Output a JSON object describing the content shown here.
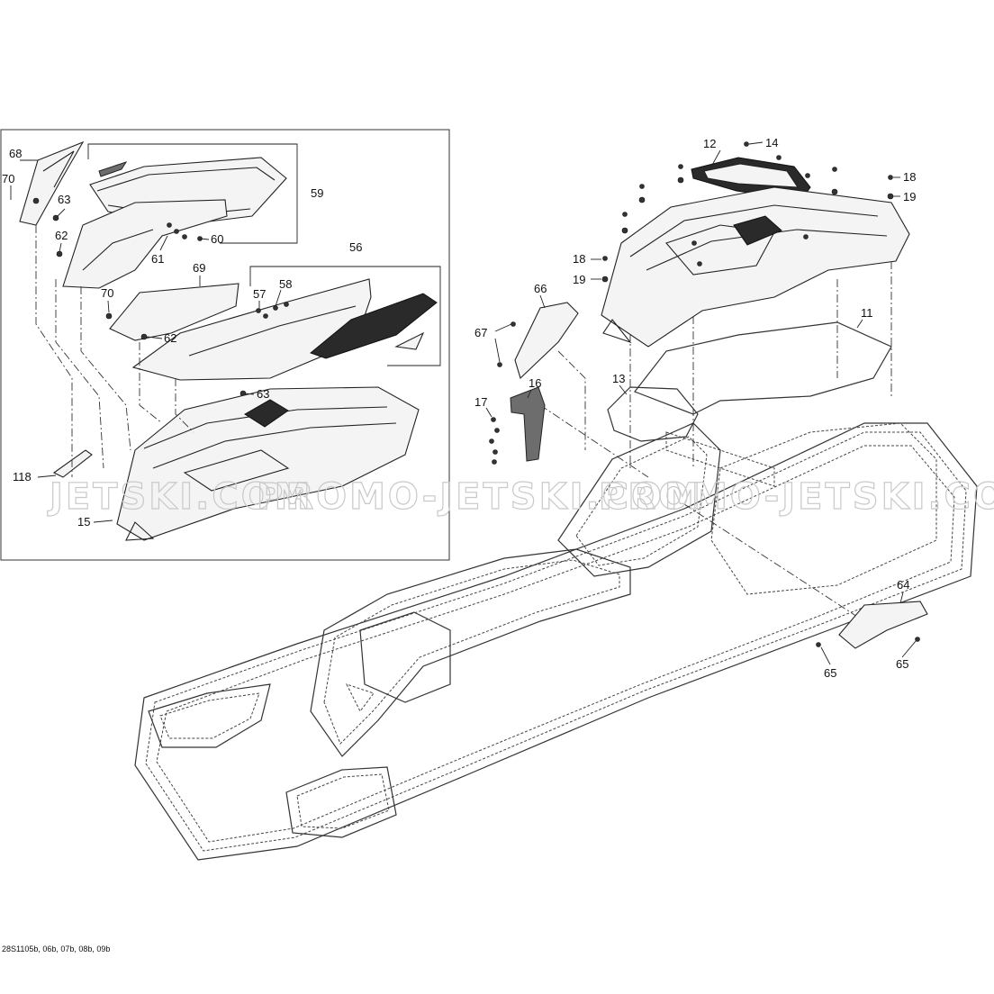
{
  "callouts": [
    {
      "id": "c68",
      "label": "68"
    },
    {
      "id": "c70a",
      "label": "70"
    },
    {
      "id": "c63a",
      "label": "63"
    },
    {
      "id": "c62a",
      "label": "62"
    },
    {
      "id": "c59",
      "label": "59"
    },
    {
      "id": "c60",
      "label": "60"
    },
    {
      "id": "c61",
      "label": "61"
    },
    {
      "id": "c69",
      "label": "69"
    },
    {
      "id": "c56",
      "label": "56"
    },
    {
      "id": "c58",
      "label": "58"
    },
    {
      "id": "c57",
      "label": "57"
    },
    {
      "id": "c70b",
      "label": "70"
    },
    {
      "id": "c62b",
      "label": "62"
    },
    {
      "id": "c63b",
      "label": "63"
    },
    {
      "id": "c118",
      "label": "118"
    },
    {
      "id": "c15",
      "label": "15"
    },
    {
      "id": "c12",
      "label": "12"
    },
    {
      "id": "c14",
      "label": "14"
    },
    {
      "id": "c18a",
      "label": "18"
    },
    {
      "id": "c19a",
      "label": "19"
    },
    {
      "id": "c18b",
      "label": "18"
    },
    {
      "id": "c19b",
      "label": "19"
    },
    {
      "id": "c66",
      "label": "66"
    },
    {
      "id": "c67",
      "label": "67"
    },
    {
      "id": "c11",
      "label": "11"
    },
    {
      "id": "c13",
      "label": "13"
    },
    {
      "id": "c16",
      "label": "16"
    },
    {
      "id": "c17",
      "label": "17"
    },
    {
      "id": "c64",
      "label": "64"
    },
    {
      "id": "c65a",
      "label": "65"
    },
    {
      "id": "c65b",
      "label": "65"
    }
  ],
  "watermark": {
    "left": "JETSKI.COM",
    "center": "PROMO-JETSKI.COM",
    "right": "PROMO-JETSKI.COM"
  },
  "reference": "28S1105b, 06b, 07b, 08b, 09b"
}
